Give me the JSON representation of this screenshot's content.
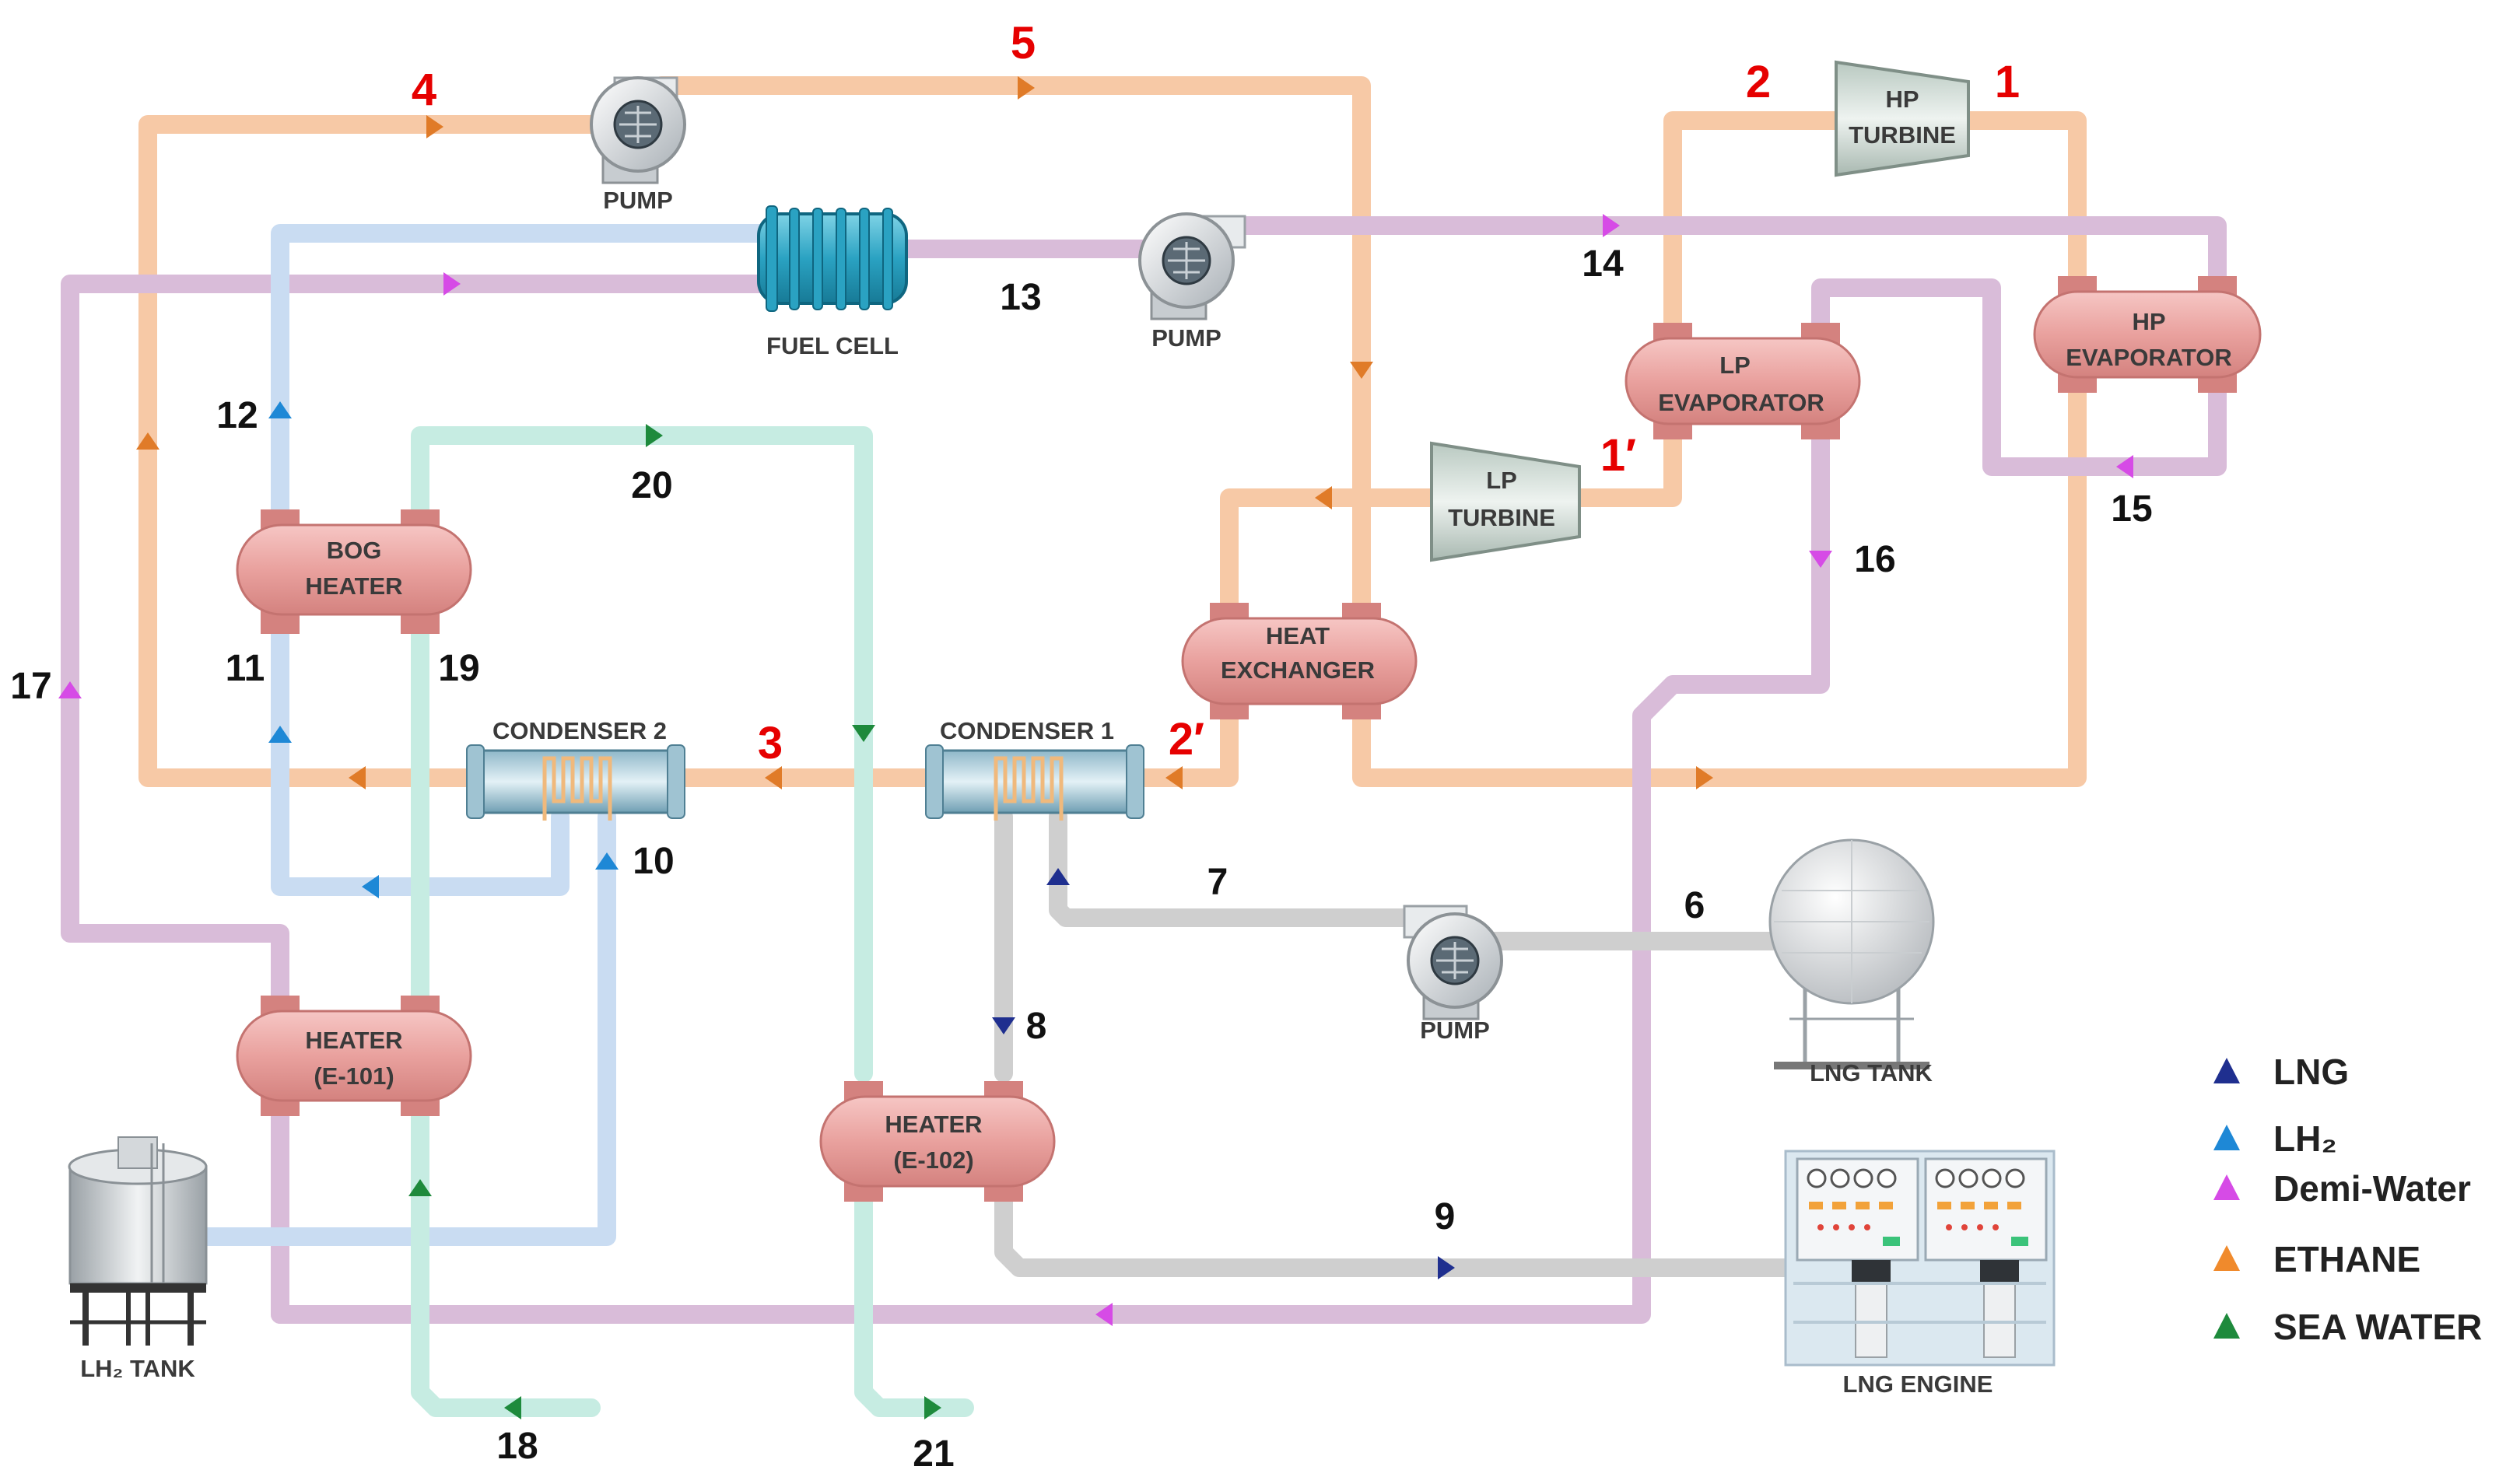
{
  "equipment": {
    "pump_top": "PUMP",
    "pump_mid": "PUMP",
    "pump_lng": "PUMP",
    "fuel_cell": "FUEL CELL",
    "hp_turbine": [
      "HP",
      "TURBINE"
    ],
    "lp_turbine": [
      "LP",
      "TURBINE"
    ],
    "hp_evaporator": [
      "HP",
      "EVAPORATOR"
    ],
    "lp_evaporator": [
      "LP",
      "EVAPORATOR"
    ],
    "heat_exchanger": [
      "HEAT",
      "EXCHANGER"
    ],
    "bog_heater": [
      "BOG",
      "HEATER"
    ],
    "condenser_1": "CONDENSER 1",
    "condenser_2": "CONDENSER 2",
    "heater_e101": [
      "HEATER",
      "(E-101)"
    ],
    "heater_e102": [
      "HEATER",
      "(E-102)"
    ],
    "lng_tank": "LNG TANK",
    "lh2_tank": "LH₂ TANK",
    "lng_engine": "LNG ENGINE"
  },
  "state_points": [
    "1",
    "2",
    "1′",
    "2′",
    "3",
    "4",
    "5"
  ],
  "streams": [
    "6",
    "7",
    "8",
    "9",
    "10",
    "11",
    "12",
    "13",
    "14",
    "15",
    "16",
    "17",
    "18",
    "19",
    "20",
    "21"
  ],
  "legend": [
    {
      "label": "LNG",
      "color": "#1f2f8f"
    },
    {
      "label": "LH₂",
      "color": "#1e88d6"
    },
    {
      "label": "Demi-Water",
      "color": "#d64be6"
    },
    {
      "label": "ETHANE",
      "color": "#f08a2c"
    },
    {
      "label": "SEA WATER",
      "color": "#1e8a3c"
    }
  ],
  "colors": {
    "ethane_pipe": "#f7c9a6",
    "demi_water_pipe": "#d9bcd9",
    "lh2_pipe": "#c9dcf2",
    "sea_water_pipe": "#c6ece2",
    "lng_pipe": "#cfcfcf",
    "exchanger_body": "#eba3a0"
  }
}
